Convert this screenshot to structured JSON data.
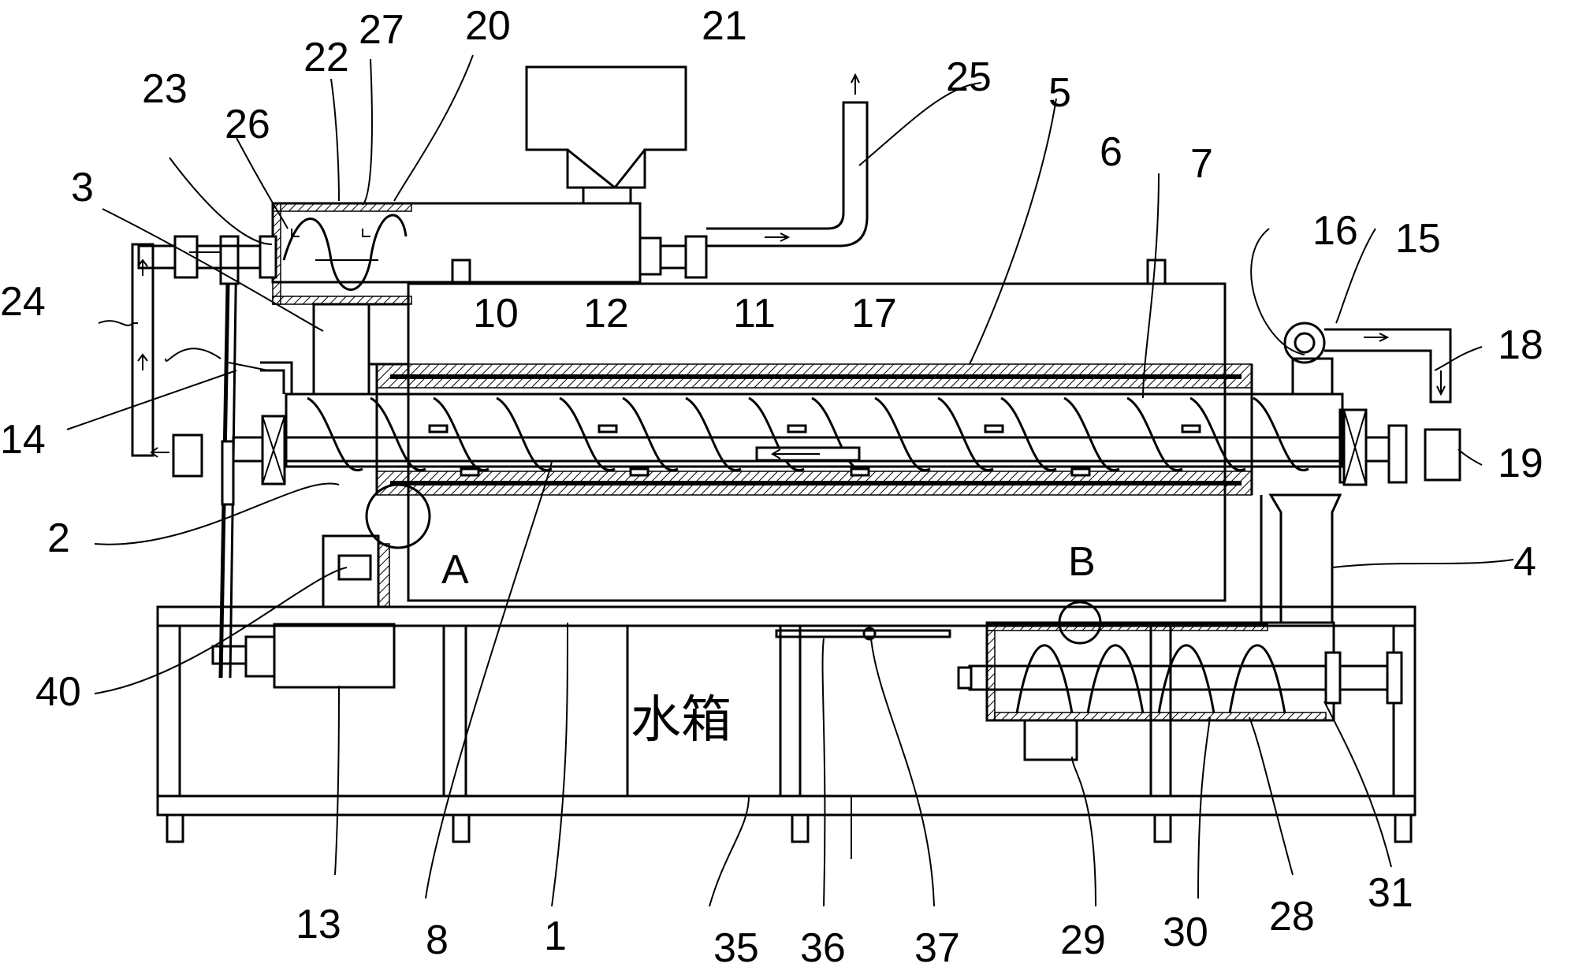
{
  "figure": {
    "water_tank_text": "水箱",
    "detail_A": "A",
    "detail_B": "B",
    "labels": {
      "l1": "1",
      "l2": "2",
      "l3": "3",
      "l4": "4",
      "l5": "5",
      "l6": "6",
      "l7": "7",
      "l8": "8",
      "l10": "10",
      "l11": "11",
      "l12": "12",
      "l13": "13",
      "l14": "14",
      "l15": "15",
      "l16": "16",
      "l17": "17",
      "l18": "18",
      "l19": "19",
      "l20": "20",
      "l21": "21",
      "l22": "22",
      "l23": "23",
      "l24": "24",
      "l25": "25",
      "l26": "26",
      "l27": "27",
      "l28": "28",
      "l29": "29",
      "l30": "30",
      "l31": "31",
      "l35": "35",
      "l36": "36",
      "l37": "37",
      "l40": "40"
    }
  }
}
